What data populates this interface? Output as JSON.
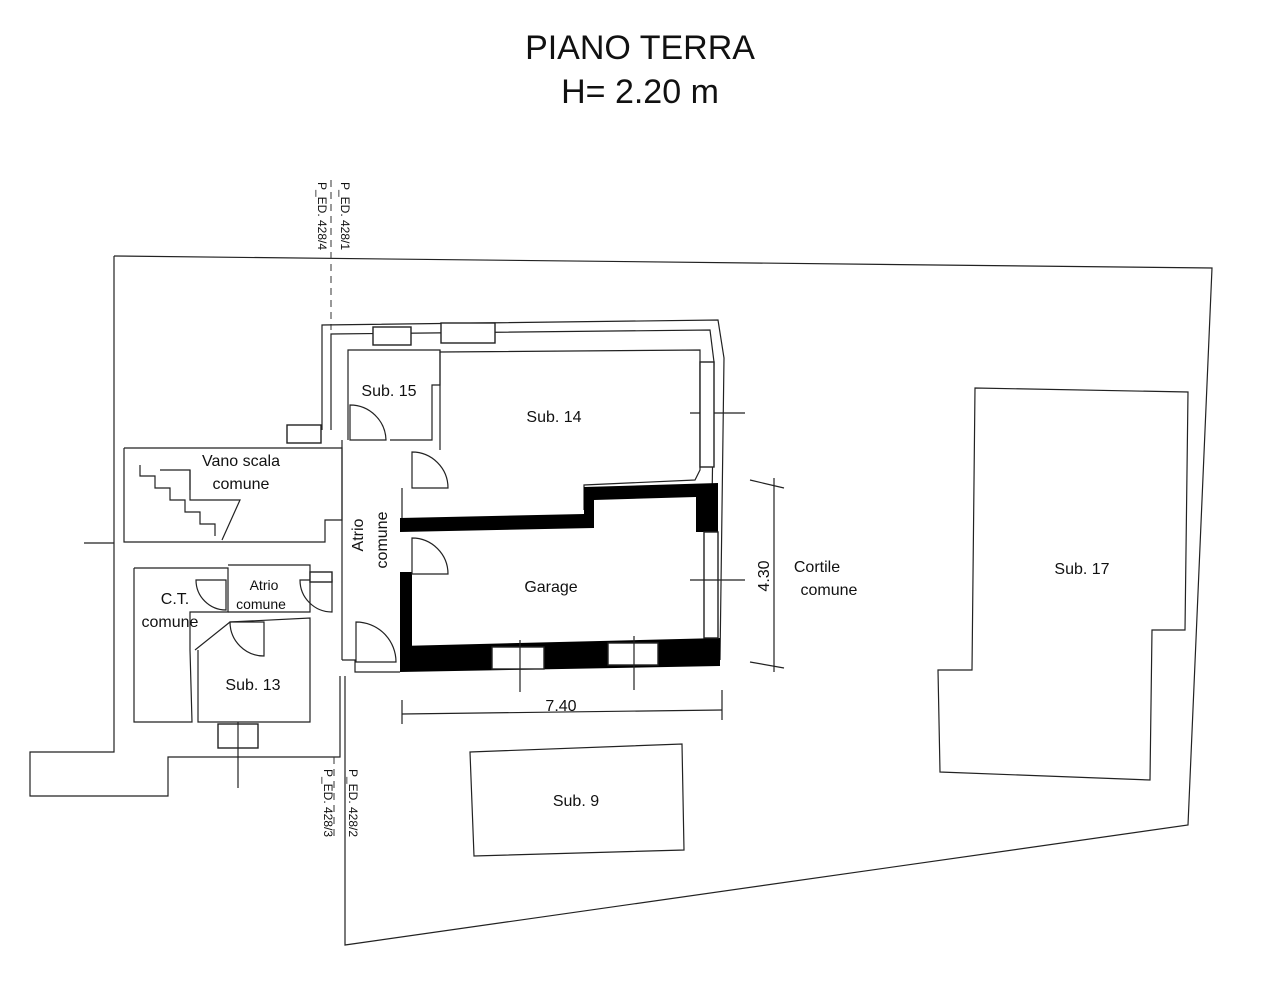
{
  "title": {
    "line1": "PIANO TERRA",
    "line2": "H= 2.20 m"
  },
  "rooms": {
    "sub15": "Sub. 15",
    "sub14": "Sub. 14",
    "vano_scala_line1": "Vano scala",
    "vano_scala_line2": "comune",
    "atrio_vertical_line1": "Atrio",
    "atrio_vertical_line2": "comune",
    "garage": "Garage",
    "ct_line1": "C.T.",
    "ct_line2": "comune",
    "atrio_small_line1": "Atrio",
    "atrio_small_line2": "comune",
    "sub13": "Sub. 13",
    "cortile_line1": "Cortile",
    "cortile_line2": "comune",
    "sub17": "Sub. 17",
    "sub9": "Sub. 9"
  },
  "dimensions": {
    "width": "7.40",
    "height": "4.30"
  },
  "parcels": {
    "top_left": "P_ED. 428/4",
    "top_right": "P_ED. 428/1",
    "bottom_left": "P_ED. 428/3",
    "bottom_right": "P_ED. 428/2"
  }
}
